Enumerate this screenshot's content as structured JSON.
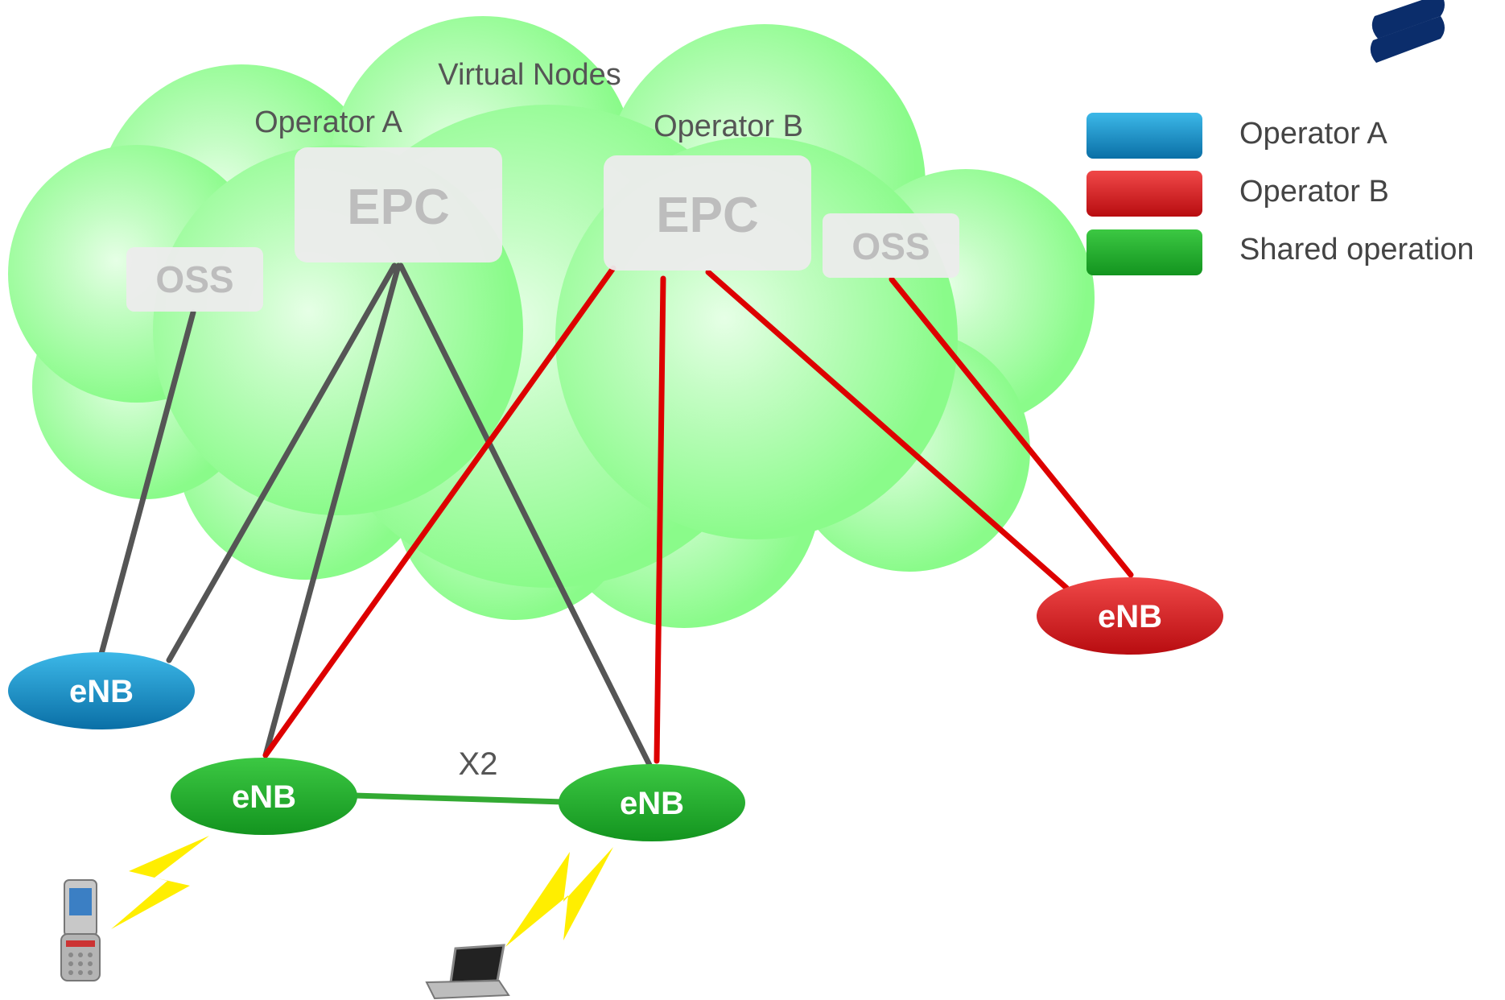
{
  "cloud": {
    "title": "Virtual Nodes",
    "operator_a_label": "Operator A",
    "operator_b_label": "Operator B"
  },
  "nodes": {
    "epc_a": "EPC",
    "epc_b": "EPC",
    "oss_a": "OSS",
    "oss_b": "OSS",
    "enb_blue": "eNB",
    "enb_green_left": "eNB",
    "enb_green_right": "eNB",
    "enb_red": "eNB"
  },
  "x2_label": "X2",
  "legend": [
    {
      "label": "Operator A",
      "color": "#1e8fc4"
    },
    {
      "label": "Operator B",
      "color": "#d81f26"
    },
    {
      "label": "Shared operation",
      "color": "#25a832"
    }
  ],
  "colors": {
    "cloud": "#8afb8a",
    "link_operator_a": "#555555",
    "link_operator_b": "#dd0000",
    "link_x2": "#33aa33",
    "lightning": "#ffee00",
    "logo": "#0b2d6b"
  },
  "icons": [
    "ericsson-logo",
    "mobile-phone-icon",
    "laptop-icon",
    "lightning-icon"
  ]
}
